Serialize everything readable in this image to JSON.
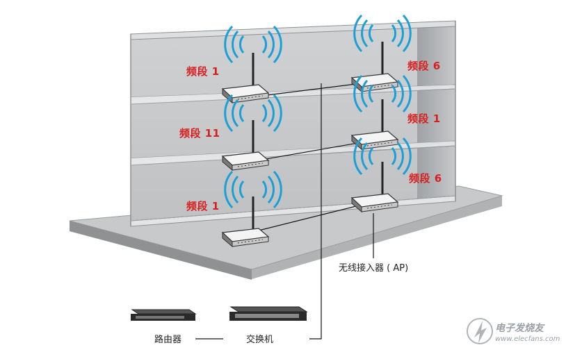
{
  "bands": [
    {
      "id": "f3-left",
      "label": "频段 1"
    },
    {
      "id": "f3-right",
      "label": "频段 6"
    },
    {
      "id": "f2-left",
      "label": "频段 11"
    },
    {
      "id": "f2-right",
      "label": "频段 1"
    },
    {
      "id": "f1-left",
      "label": "频段 1"
    },
    {
      "id": "f1-right",
      "label": "频段 6"
    }
  ],
  "captions": {
    "ap": "无线接入器 ( AP)",
    "router": "路由器",
    "switch": "交换机"
  },
  "watermark": {
    "text": "电子发烧友",
    "url": "www.elecfans.com"
  },
  "colors": {
    "band_label": "#d81e1e",
    "wifi_wave": "#1a9fd6",
    "wall": "#b9bbbd",
    "slab": "#d6d7d8"
  }
}
